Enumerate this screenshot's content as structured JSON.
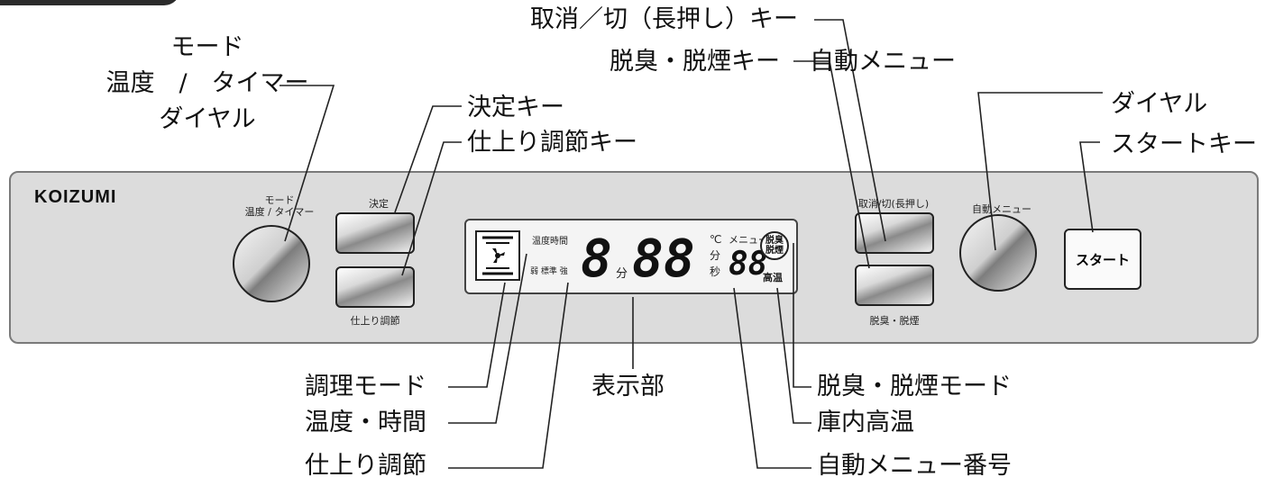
{
  "brand": "KOIZUMI",
  "panel_labels": {
    "mode_dial": "モード\n温度 / タイマー",
    "decide": "決定",
    "finish": "仕上り調節",
    "cancel": "取消/切(長押し)",
    "auto_menu": "自動メニュー",
    "deodorize": "脱臭・脱煙",
    "start": "スタート"
  },
  "display": {
    "temp_time": "温度時間",
    "finish_levels": "弱 標準 強",
    "main_digits": "8.88",
    "big_digit": "8",
    "unit_min": "分",
    "digits_pair": "88",
    "unit_celsius": "℃",
    "unit_minute": "分",
    "unit_second": "秒",
    "menu_label": "メニュー",
    "menu_digits": "88",
    "badge": "脱臭\n脱煙",
    "high_temp": "高温"
  },
  "callouts": {
    "mode_dial": "モード\n温度　/　タイマー\nダイヤル",
    "decide_key": "決定キー",
    "finish_key": "仕上り調節キー",
    "cancel_key": "取消／切（長押し）キー",
    "deodorize_key": "脱臭・脱煙キー",
    "auto_menu": "自動メニュー",
    "dial": "ダイヤル",
    "start_key": "スタートキー",
    "cook_mode": "調理モード",
    "temp_time": "温度・時間",
    "finish": "仕上り調節",
    "display": "表示部",
    "deodorize_mode": "脱臭・脱煙モード",
    "high_temp": "庫内高温",
    "menu_number": "自動メニュー番号"
  }
}
